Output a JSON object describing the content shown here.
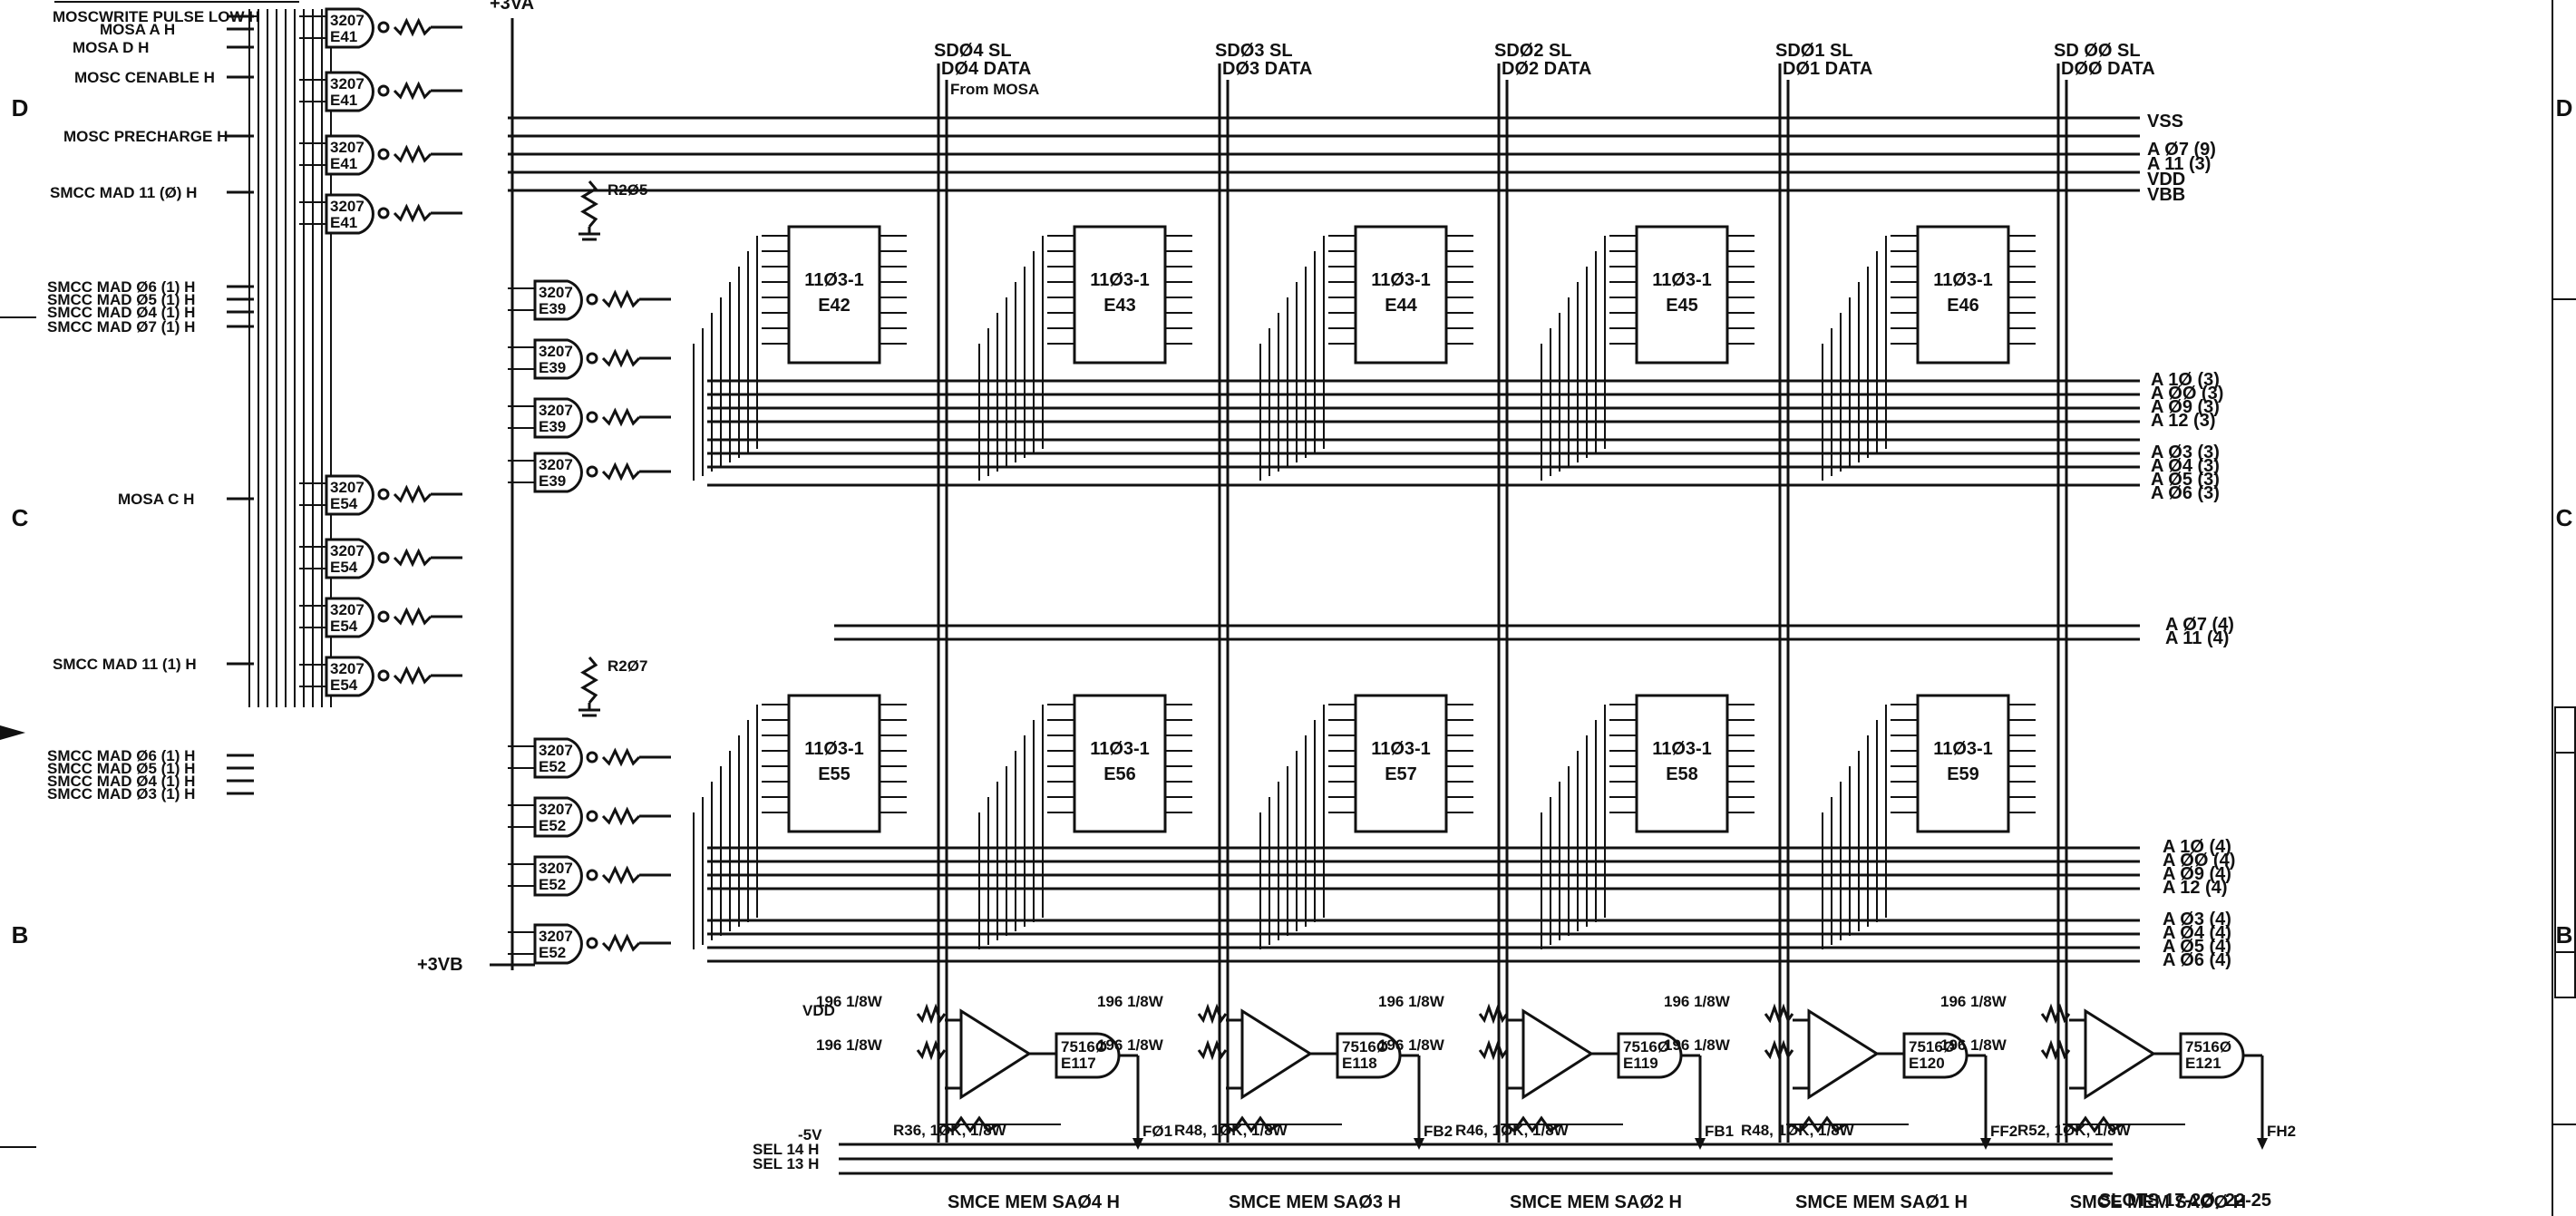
{
  "zones": {
    "left": [
      "D",
      "C",
      "B"
    ],
    "right": [
      "D",
      "C",
      "B"
    ]
  },
  "top_rail": "+3VA",
  "bottom_rail": "+3VB",
  "resistor_labels": [
    "R2Ø5",
    "R2Ø7"
  ],
  "sd_columns": [
    {
      "sl": "SDØ4 SL",
      "data": "DØ4 DATA",
      "note": "From MOSA"
    },
    {
      "sl": "SDØ3 SL",
      "data": "DØ3 DATA"
    },
    {
      "sl": "SDØ2 SL",
      "data": "DØ2 DATA"
    },
    {
      "sl": "SDØ1 SL",
      "data": "DØ1 DATA"
    },
    {
      "sl": "SD ØØ SL",
      "data": "DØØ DATA"
    }
  ],
  "left_signals": [
    "MOSCWRITE PULSE LOW H",
    "MOSA A H",
    "MOSA D H",
    "MOSC CENABLE H",
    "MOSC PRECHARGE H",
    "SMCC MAD 11 (Ø) H",
    "SMCC MAD Ø6 (1) H",
    "SMCC MAD Ø5 (1) H",
    "SMCC MAD Ø4 (1) H",
    "SMCC MAD Ø7 (1) H",
    "MOSA C H",
    "SMCC MAD 11 (1) H",
    "SMCC MAD Ø6 (1) H",
    "SMCC MAD Ø5 (1) H",
    "SMCC MAD Ø4 (1) H",
    "SMCC MAD Ø3 (1) H"
  ],
  "buffers": [
    {
      "type": "3207",
      "ref": "E41"
    },
    {
      "type": "3207",
      "ref": "E41"
    },
    {
      "type": "3207",
      "ref": "E41"
    },
    {
      "type": "3207",
      "ref": "E41"
    },
    {
      "type": "3207",
      "ref": "E39"
    },
    {
      "type": "3207",
      "ref": "E39"
    },
    {
      "type": "3207",
      "ref": "E39"
    },
    {
      "type": "3207",
      "ref": "E39"
    },
    {
      "type": "3207",
      "ref": "E54"
    },
    {
      "type": "3207",
      "ref": "E54"
    },
    {
      "type": "3207",
      "ref": "E54"
    },
    {
      "type": "3207",
      "ref": "E54"
    },
    {
      "type": "3207",
      "ref": "E52"
    },
    {
      "type": "3207",
      "ref": "E52"
    },
    {
      "type": "3207",
      "ref": "E52"
    },
    {
      "type": "3207",
      "ref": "E52"
    }
  ],
  "mem_chips_top": [
    {
      "type": "11Ø3-1",
      "ref": "E42"
    },
    {
      "type": "11Ø3-1",
      "ref": "E43"
    },
    {
      "type": "11Ø3-1",
      "ref": "E44"
    },
    {
      "type": "11Ø3-1",
      "ref": "E45"
    },
    {
      "type": "11Ø3-1",
      "ref": "E46"
    }
  ],
  "mem_chips_bottom": [
    {
      "type": "11Ø3-1",
      "ref": "E55"
    },
    {
      "type": "11Ø3-1",
      "ref": "E56"
    },
    {
      "type": "11Ø3-1",
      "ref": "E57"
    },
    {
      "type": "11Ø3-1",
      "ref": "E58"
    },
    {
      "type": "11Ø3-1",
      "ref": "E59"
    }
  ],
  "right_top_labels": [
    "VSS",
    "A Ø7 (9)",
    "A 11 (3)",
    "VDD",
    "VBB"
  ],
  "right_mid1_labels": [
    "A 1Ø (3)",
    "A ØØ (3)",
    "A Ø9 (3)",
    "A 12 (3)",
    "A Ø3 (3)",
    "A Ø4 (3)",
    "A Ø5 (3)",
    "A Ø6 (3)"
  ],
  "right_mid2_labels": [
    "A Ø7 (4)",
    "A 11 (4)"
  ],
  "right_bot_labels": [
    "A 1Ø (4)",
    "A ØØ (4)",
    "A Ø9 (4)",
    "A 12 (4)",
    "A Ø3 (4)",
    "A Ø4 (4)",
    "A Ø5 (4)",
    "A Ø6 (4)"
  ],
  "sense_amps": [
    {
      "res_a": "196 1/8W",
      "res_b": "196 1/8W",
      "gate": "7516Ø",
      "gate_ref": "E117",
      "fb_res": "R36, 1ØK, 1/8W",
      "fb": "FØ1",
      "out": "SMCE  MEM SAØ4 H"
    },
    {
      "res_a": "196 1/8W",
      "res_b": "196 1/8W",
      "gate": "7516Ø",
      "gate_ref": "E118",
      "fb_res": "R48, 1ØK, 1/8W",
      "fb": "FB2",
      "out": "SMCE  MEM SAØ3 H"
    },
    {
      "res_a": "196 1/8W",
      "res_b": "196 1/8W",
      "gate": "7516Ø",
      "gate_ref": "E119",
      "fb_res": "R46, 1ØK, 1/8W",
      "fb": "FB1",
      "out": "SMCE MEM SAØ2 H"
    },
    {
      "res_a": "196 1/8W",
      "res_b": "196 1/8W",
      "gate": "7516Ø",
      "gate_ref": "E120",
      "fb_res": "R48, 1ØK, 1/8W",
      "fb": "FF2",
      "out": "SMCE MEM SAØ1 H"
    },
    {
      "res_a": "196 1/8W",
      "res_b": "196 1/8W",
      "gate": "7516Ø",
      "gate_ref": "E121",
      "fb_res": "R52, 1ØK, 1/8W",
      "fb": "FH2",
      "out": "SMCE MEM SAØØ H"
    }
  ],
  "power_labels": [
    "VDD",
    "-5V",
    "SEL 14 H",
    "SEL 13 H"
  ],
  "slots_note": "SLOTS 17-2Ø, 22-25"
}
